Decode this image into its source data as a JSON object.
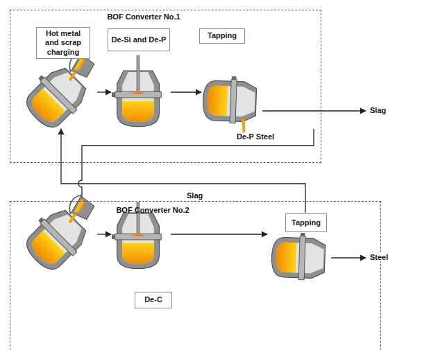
{
  "diagram": {
    "nodes": [
      {
        "text": [
          "BOF Converter No.1"
        ]
      },
      {
        "text": [
          "Hot metal and scrap charging"
        ],
        "in": 0
      },
      {
        "text": [
          "De-Si and De-P"
        ],
        "in": 0
      },
      {
        "text": [
          "Tapping"
        ],
        "in": 0
      },
      {
        "text": [
          "BOF Converter No.2"
        ]
      },
      {
        "text": [
          "Tapping"
        ],
        "in": 4
      },
      {
        "text": [
          "De-C"
        ],
        "in": 4
      }
    ],
    "labels": [
      "Slag",
      "De-P Steel",
      "Slag",
      "Steel"
    ]
  }
}
